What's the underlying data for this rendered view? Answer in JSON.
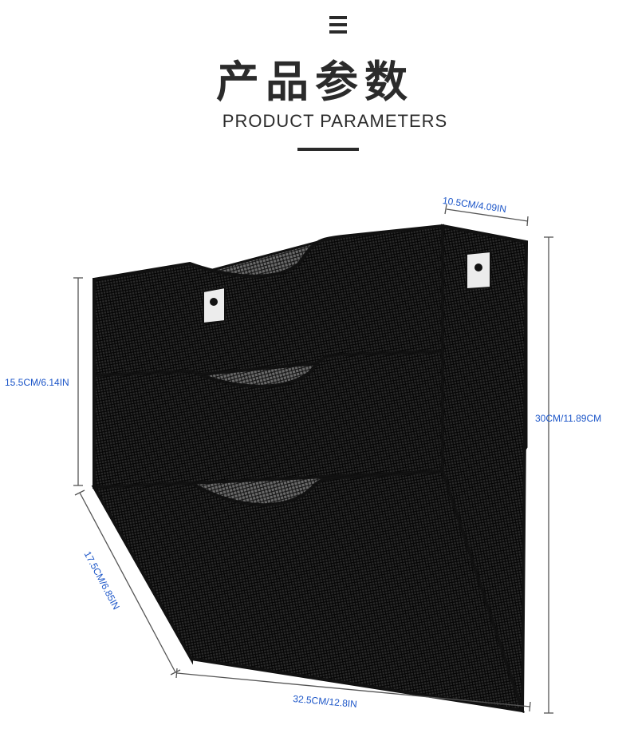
{
  "header": {
    "menu_icon": "menu-icon",
    "title_cn": "产品参数",
    "title_en": "PRODUCT PARAMETERS"
  },
  "product": {
    "image": "black-mesh-wall-file-organizer",
    "color": "#111111"
  },
  "dimensions": {
    "color": "#1b55c8",
    "depth_top": "10.5CM/4.09IN",
    "tier_height": "15.5CM/6.14IN",
    "total_height": "30CM/11.89CM",
    "side_depth": "17.5CM/6.85IN",
    "width": "32.5CM/12.8IN"
  }
}
